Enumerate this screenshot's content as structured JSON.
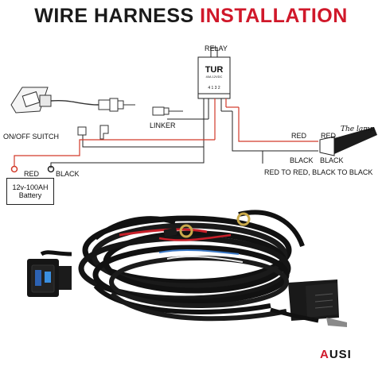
{
  "title": {
    "part1": "WIRE HARNESS",
    "part2": "INSTALLATION"
  },
  "labels": {
    "relay": "RELAY",
    "relay_brand": "TUR",
    "relay_spec": "40A 12VDC",
    "relay_pins": "4 1 3 2",
    "switch": "ON/OFF SUITCH",
    "linker": "LINKER",
    "red_battery": "RED",
    "black_battery": "BLACK",
    "battery_line1": "12v-100AH",
    "battery_line2": "Battery",
    "red_wire": "RED",
    "red_lamp": "RED",
    "lamp": "The lamp",
    "black_wire": "BLACK",
    "black_lamp": "BLACK",
    "instruction": "RED TO RED, BLACK TO BLACK"
  },
  "brand": {
    "accent": "A",
    "rest": "USI"
  },
  "colors": {
    "title_dark": "#1a1a1a",
    "title_red": "#d0182a",
    "wire_red": "#d23a2a"
  }
}
